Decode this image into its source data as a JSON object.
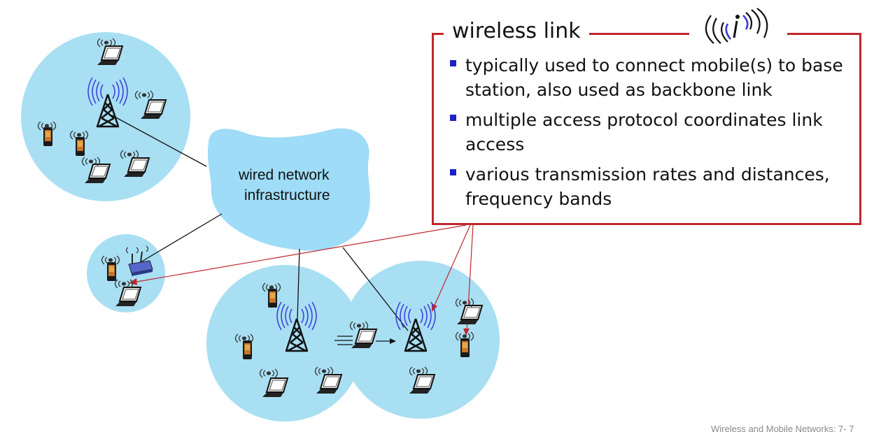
{
  "callout": {
    "title": "wireless link",
    "bullets": [
      "typically used to connect mobile(s) to base station, also used as backbone link",
      "multiple access protocol coordinates link access",
      "various transmission rates and distances, frequency bands"
    ]
  },
  "network": {
    "cloud_label_line1": "wired network",
    "cloud_label_line2": "infrastructure"
  },
  "footer": "Wireless and Mobile Networks: 7- 7",
  "colors": {
    "cell": "#a8dff3",
    "cloud": "#9fdcf7",
    "callout_border": "#c0272d",
    "bullet": "#1b21c4",
    "arrow": "#c0272d",
    "wifi_waves": "#3a3ad6"
  }
}
